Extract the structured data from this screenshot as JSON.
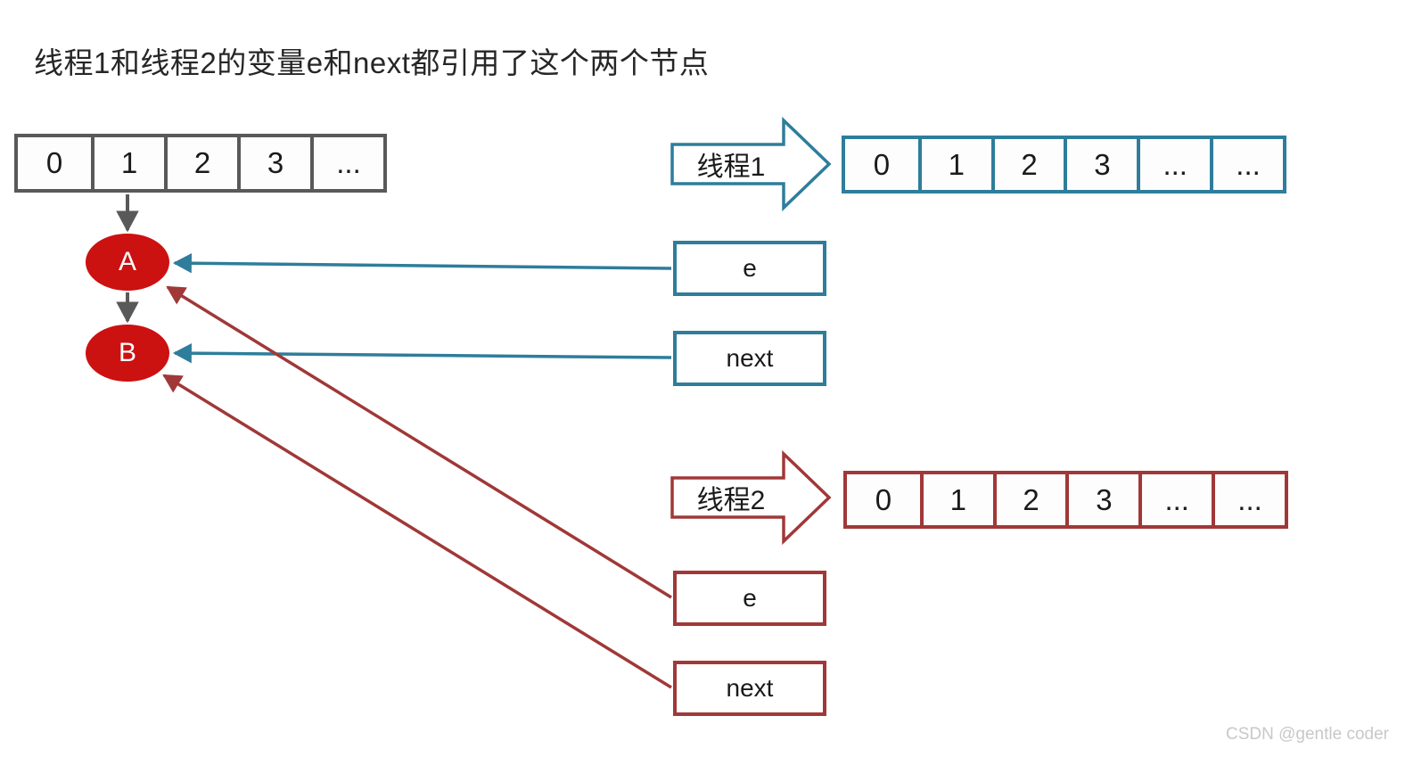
{
  "title": "线程1和线程2的变量e和next都引用了这个两个节点",
  "colors": {
    "main_table_border": "#595959",
    "thread1": "#2E7D9B",
    "thread2": "#A03838",
    "node_fill": "#CC1111",
    "node_text": "#FFFFFF",
    "watermark": "#C8C8C8"
  },
  "main_table": {
    "name": "hash-table",
    "cells": [
      "0",
      "1",
      "2",
      "3",
      "..."
    ]
  },
  "nodes": [
    {
      "id": "A",
      "label": "A"
    },
    {
      "id": "B",
      "label": "B"
    }
  ],
  "thread1": {
    "arrow_label": "线程1",
    "table": {
      "cells": [
        "0",
        "1",
        "2",
        "3",
        "...",
        "..."
      ]
    },
    "vars": [
      {
        "name": "e",
        "label": "e",
        "points_to": "A"
      },
      {
        "name": "next",
        "label": "next",
        "points_to": "B"
      }
    ]
  },
  "thread2": {
    "arrow_label": "线程2",
    "table": {
      "cells": [
        "0",
        "1",
        "2",
        "3",
        "...",
        "..."
      ]
    },
    "vars": [
      {
        "name": "e",
        "label": "e",
        "points_to": "A"
      },
      {
        "name": "next",
        "label": "next",
        "points_to": "B"
      }
    ]
  },
  "watermark": "CSDN @gentle coder"
}
